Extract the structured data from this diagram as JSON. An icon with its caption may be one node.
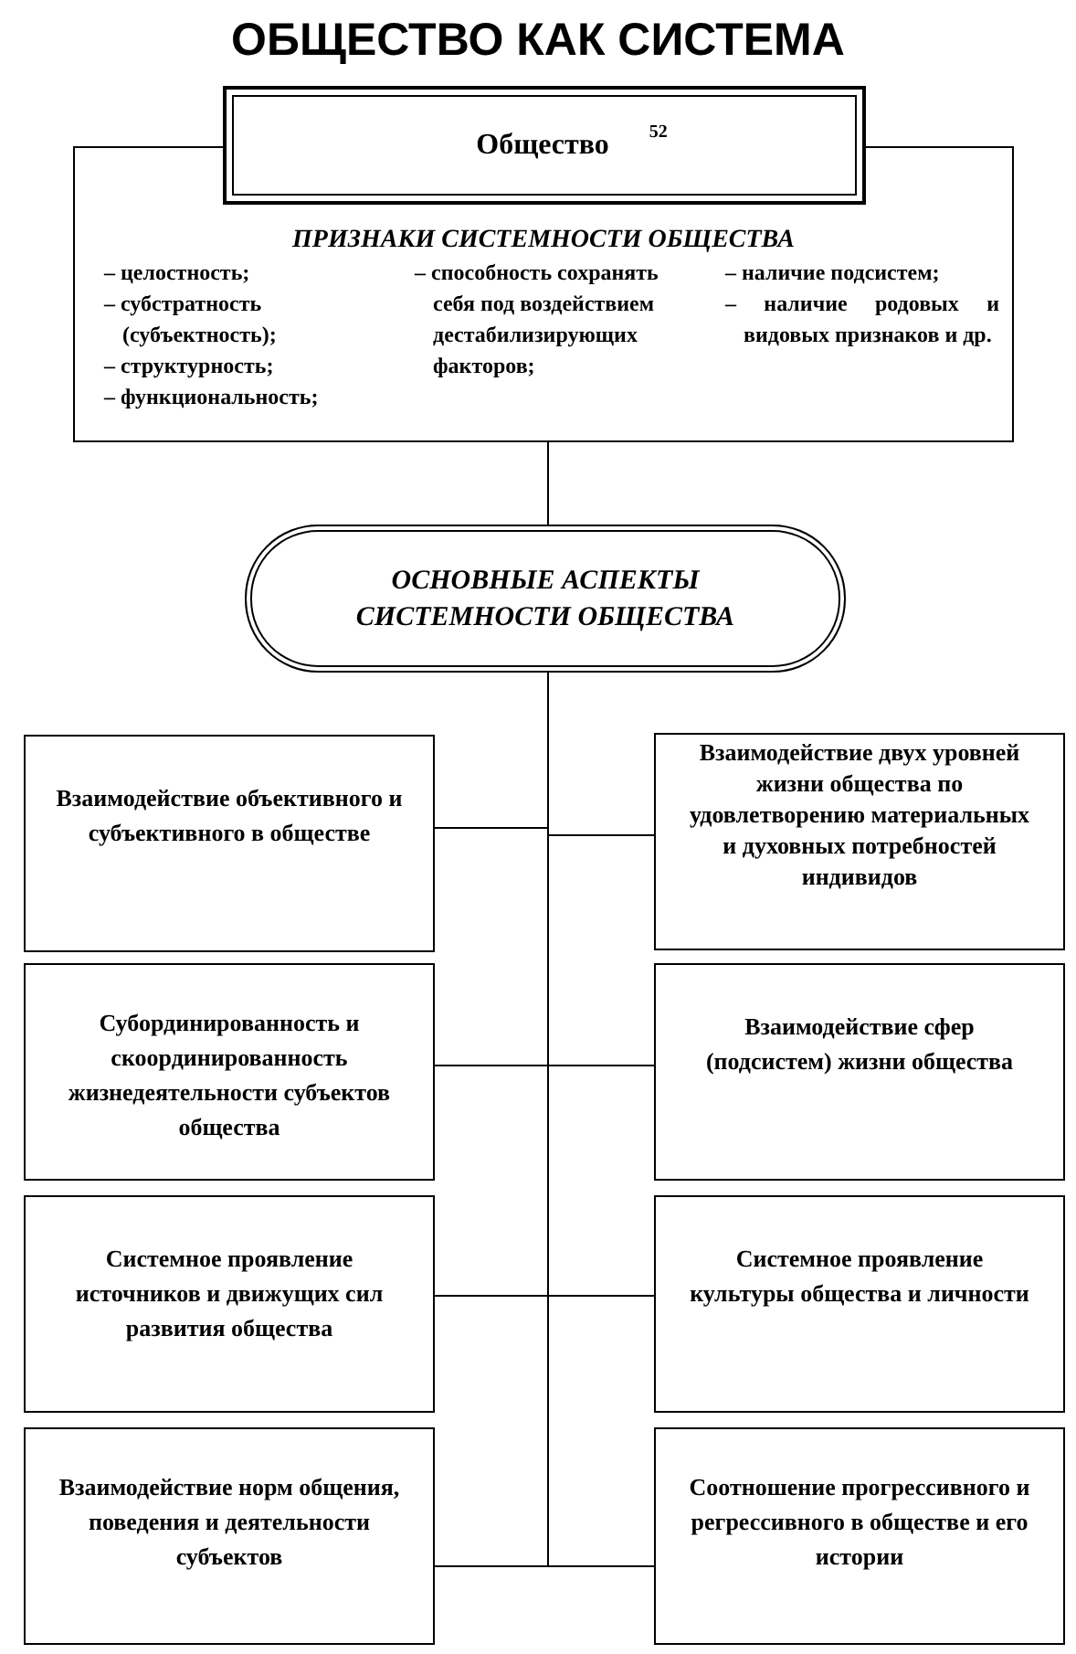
{
  "diagram": {
    "title": "ОБЩЕСТВО КАК СИСТЕМА",
    "nodes": [
      {
        "text": [
          "Общество$^{52}$"
        ]
      },
      {
        "text": [
          "ПРИЗНАКИ СИСТЕМНОСТИ ОБЩЕСТВА",
          "– целостность;",
          "– субстратность (субъектность);",
          "– структурность;",
          "– функциональность;",
          "– способность сохранять себя под воздействием дестабилизирующих факторов;",
          "– наличие подсистем;",
          "– наличие родовых и видовых признаков и др."
        ]
      },
      {
        "text": [
          "ОСНОВНЫЕ АСПЕКТЫ СИСТЕМНОСТИ ОБЩЕСТВА"
        ]
      },
      {
        "text": [
          "Взаимодействие объективного и субъективного в обществе"
        ]
      },
      {
        "text": [
          "Взаимодействие двух уровней жизни общества по удовлетворению материальных и духовных потребностей индивидов"
        ]
      },
      {
        "text": [
          "Субординированность и скоординированность жизнедеятельности субъектов общества"
        ]
      },
      {
        "text": [
          "Взаимодействие сфер (подсистем) жизни общества"
        ]
      },
      {
        "text": [
          "Системное проявление источников и движущих сил развития общества"
        ]
      },
      {
        "text": [
          "Системное проявление культуры общества и личности"
        ]
      },
      {
        "text": [
          "Взаимодействие норм общения, поведения и деятельности субъектов"
        ]
      },
      {
        "text": [
          "Соотношение прогрессивного и регрессивного в обществе и его истории"
        ]
      }
    ],
    "edges": [
      {
        "from": 1,
        "to": 2,
        "arrow": "none"
      },
      {
        "from": 2,
        "to": 3,
        "arrow": "none"
      },
      {
        "from": 2,
        "to": 4,
        "arrow": "none"
      },
      {
        "from": 2,
        "to": 5,
        "arrow": "none"
      },
      {
        "from": 2,
        "to": 6,
        "arrow": "none"
      },
      {
        "from": 2,
        "to": 7,
        "arrow": "none"
      },
      {
        "from": 2,
        "to": 8,
        "arrow": "none"
      },
      {
        "from": 2,
        "to": 9,
        "arrow": "none"
      },
      {
        "from": 2,
        "to": 10,
        "arrow": "none"
      }
    ]
  }
}
